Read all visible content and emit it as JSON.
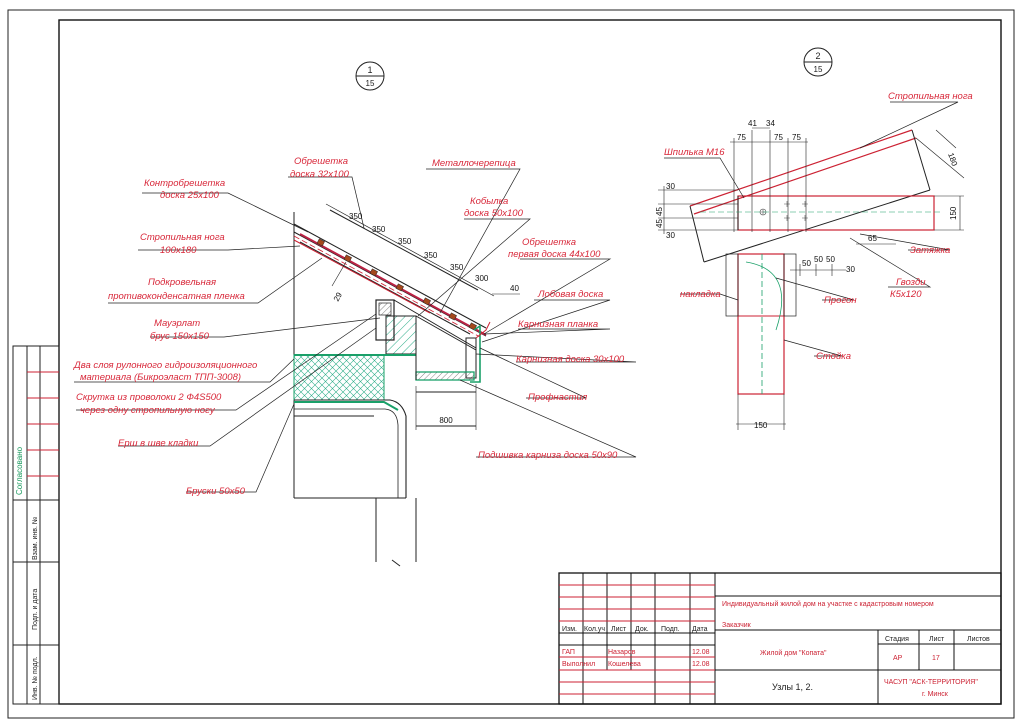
{
  "colors": {
    "line": "#1a1a1a",
    "accent_red": "#d8283a",
    "accent_green": "#1aa069",
    "hatch_green": "#2fae8a"
  },
  "node1": {
    "marker_top": "1",
    "marker_bottom": "15",
    "labels": {
      "obreshetka": "Обрешетка",
      "obreshetka2": "доска 32х100",
      "metal": "Металлочерепица",
      "kontr1": "Контробрешетка",
      "kontr2": "доска 25х100",
      "kobylka1": "Кобылка",
      "kobylka2": "доска 50х100",
      "strop1": "Стропильная нога",
      "strop2": "100х180",
      "obresh_first1": "Обрешетка",
      "obresh_first2": "первая доска 44х100",
      "podkrov1": "Подкровельная",
      "podkrov2": "противоконденсатная пленка",
      "lobovaya": "Лобовая доска",
      "mauerlat1": "Мауэрлат",
      "mauerlat2": "брус 150х150",
      "karniz_planka": "Карнизная планка",
      "dva_sloya1": "Два слоя рулонного гидроизоляционного",
      "dva_sloya2": "материала (Бикроэласт ТПП-3008)",
      "karniz_doska": "Карнизная доска 30х100",
      "skrutka1": "Скрутка из проволоки 2 Ф4S500",
      "skrutka2": "через одну стропильную ногу",
      "proflist": "Профнастил",
      "ershi": "Ерш в шве кладки",
      "podshivka": "Подшивка карниза доска 50х90",
      "bruski": "Бруски 50х50"
    },
    "dims": {
      "d350a": "350",
      "d350b": "350",
      "d350c": "350",
      "d350d": "350",
      "d350e": "350",
      "d300": "300",
      "d40": "40",
      "d29": "29",
      "d800": "800"
    }
  },
  "node2": {
    "marker_top": "2",
    "marker_bottom": "15",
    "labels": {
      "stropnaya": "Стропильная нога",
      "shpilka": "Шпилька М16",
      "zatyazhka": "Затяжка",
      "gvozdi1": "Гвозди",
      "gvozdi2": "К5х120",
      "nakladka": "накладка",
      "progon": "Прогон",
      "stoika": "Стойка"
    },
    "dims": {
      "d41": "41",
      "d34": "34",
      "d75a": "75",
      "d75b": "75",
      "d75c": "75",
      "d180": "180",
      "d30a": "30",
      "d45a": "45",
      "d45b": "45",
      "d30b": "30",
      "d150": "150",
      "d65": "65",
      "d50a": "50",
      "d50b": "50",
      "d50c": "50",
      "d30c": "30",
      "d150b": "150"
    }
  },
  "side_stamp": {
    "soglasovano": "Согласовано",
    "vzam": "Взам. инв. №",
    "podp_data": "Подп. и дата",
    "inv_podl": "Инв. № подл."
  },
  "title_block": {
    "project": "Индивидуальный жилой дом на участке с кадастровым номером",
    "zakazchik": "Заказчик",
    "headers": {
      "izm": "Изм.",
      "kol": "Кол.уч",
      "list": "Лист",
      "dok": "Док.",
      "podp": "Подп.",
      "data": "Дата"
    },
    "row1": {
      "role": "ГАП",
      "name": "Назаров",
      "date": "12.08"
    },
    "row2": {
      "role": "Выполнил",
      "name": "Кошелева",
      "date": "12.08"
    },
    "object": "Жилой дом \"Копата\"",
    "stadiya_h": "Стадия",
    "list_h": "Лист",
    "listov_h": "Листов",
    "stadiya": "АР",
    "list": "17",
    "listov": "",
    "sheet_title": "Узлы 1, 2.",
    "org1": "ЧАСУП \"АСК-ТЕРРИТОРИЯ\"",
    "org2": "г. Минск"
  }
}
